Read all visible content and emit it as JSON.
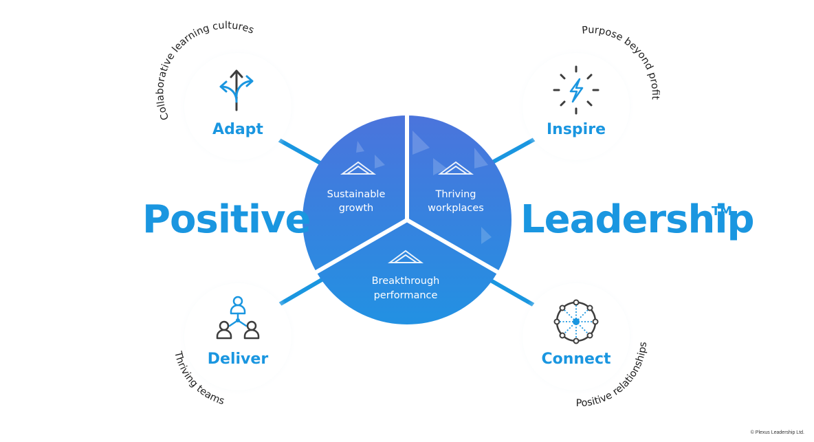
{
  "title": {
    "left_word": "Positive",
    "right_word": "Leadership",
    "trademark": "TM"
  },
  "center_segments": [
    {
      "id": "sustainable",
      "line1": "Sustainable",
      "line2": "growth"
    },
    {
      "id": "thriving",
      "line1": "Thriving",
      "line2": "workplaces"
    },
    {
      "id": "breakthrough",
      "line1": "Breakthrough",
      "line2": "performance"
    }
  ],
  "nodes": [
    {
      "id": "adapt",
      "label": "Adapt",
      "arc_text": "Collaborative learning cultures",
      "icon": "diverging-arrows-icon"
    },
    {
      "id": "inspire",
      "label": "Inspire",
      "arc_text": "Purpose beyond profit",
      "icon": "lightning-burst-icon"
    },
    {
      "id": "deliver",
      "label": "Deliver",
      "arc_text": "Thriving teams",
      "icon": "team-hierarchy-icon"
    },
    {
      "id": "connect",
      "label": "Connect",
      "arc_text": "Positive relationships",
      "icon": "network-circle-icon"
    }
  ],
  "copyright": "© Plexus Leadership Ltd.",
  "colors": {
    "brand_blue": "#1a96e0",
    "pie_top": "#4a77dd",
    "pie_bottom": "#2a90e0",
    "icon_dark": "#3d3d3d",
    "text_dark": "#1e1e1e"
  }
}
